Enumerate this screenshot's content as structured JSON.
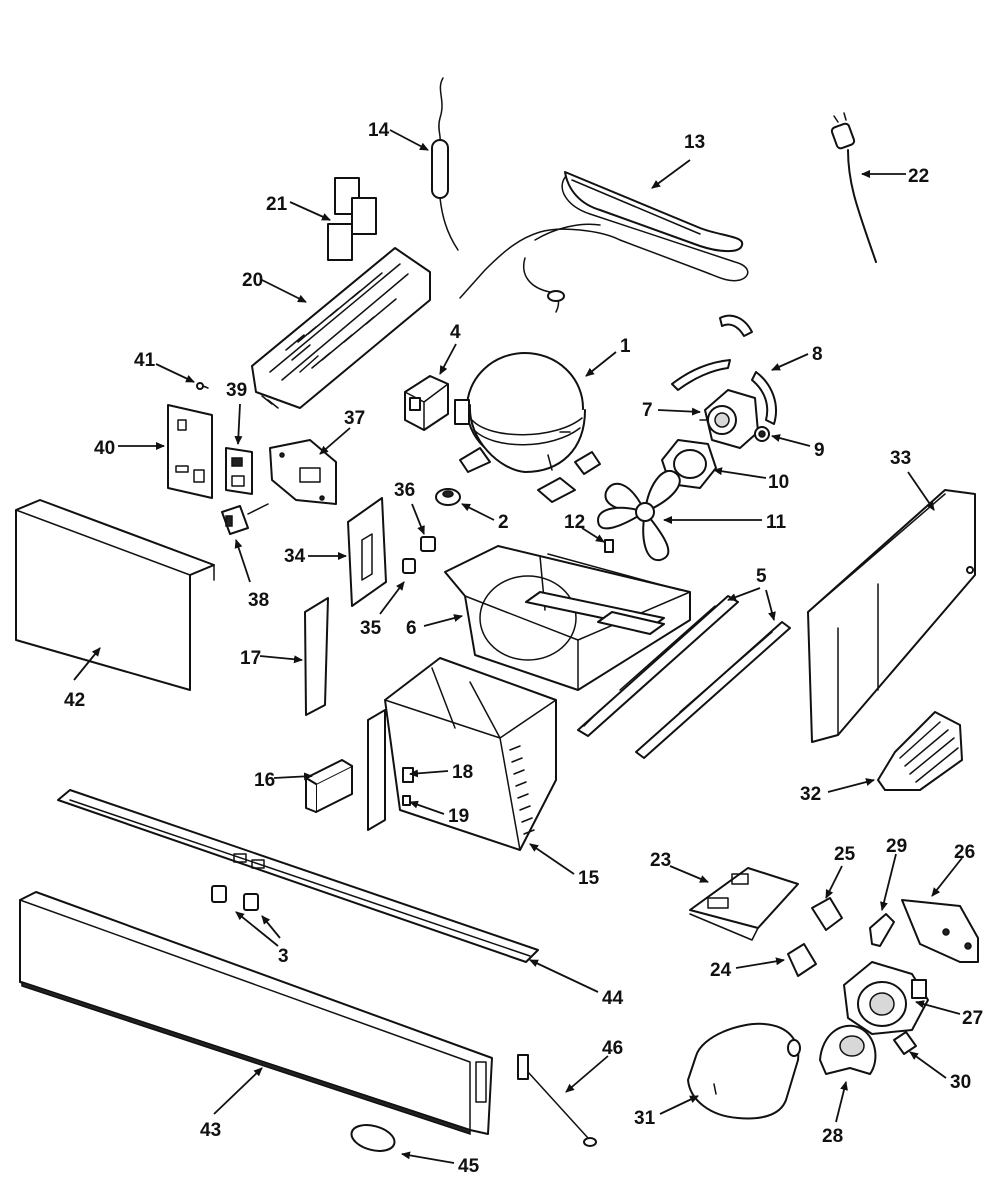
{
  "callouts": [
    {
      "label": "1"
    },
    {
      "label": "2"
    },
    {
      "label": "3"
    },
    {
      "label": "4"
    },
    {
      "label": "5"
    },
    {
      "label": "6"
    },
    {
      "label": "7"
    },
    {
      "label": "8"
    },
    {
      "label": "9"
    },
    {
      "label": "10"
    },
    {
      "label": "11"
    },
    {
      "label": "12"
    },
    {
      "label": "13"
    },
    {
      "label": "14"
    },
    {
      "label": "15"
    },
    {
      "label": "16"
    },
    {
      "label": "17"
    },
    {
      "label": "18"
    },
    {
      "label": "19"
    },
    {
      "label": "20"
    },
    {
      "label": "21"
    },
    {
      "label": "22"
    },
    {
      "label": "23"
    },
    {
      "label": "24"
    },
    {
      "label": "25"
    },
    {
      "label": "26"
    },
    {
      "label": "27"
    },
    {
      "label": "28"
    },
    {
      "label": "29"
    },
    {
      "label": "30"
    },
    {
      "label": "31"
    },
    {
      "label": "32"
    },
    {
      "label": "33"
    },
    {
      "label": "34"
    },
    {
      "label": "35"
    },
    {
      "label": "36"
    },
    {
      "label": "37"
    },
    {
      "label": "38"
    },
    {
      "label": "39"
    },
    {
      "label": "40"
    },
    {
      "label": "41"
    },
    {
      "label": "42"
    },
    {
      "label": "43"
    },
    {
      "label": "44"
    },
    {
      "label": "45"
    },
    {
      "label": "46"
    }
  ]
}
